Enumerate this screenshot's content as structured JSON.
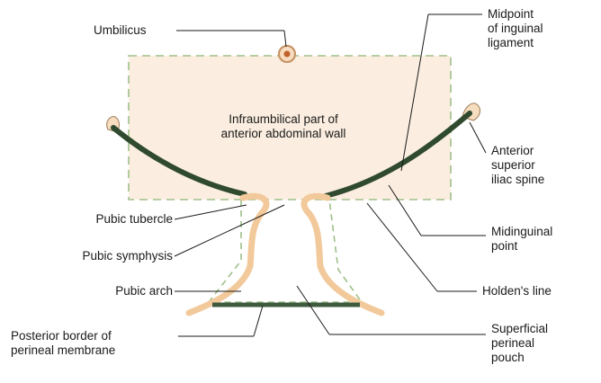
{
  "labels": {
    "umbilicus": "Umbilicus",
    "midpoint_inguinal_ligament": [
      "Midpoint",
      "of inguinal",
      "ligament"
    ],
    "infraumbilical_part": [
      "Infraumbilical part of",
      "anterior abdominal wall"
    ],
    "anterior_superior_iliac_spine": [
      "Anterior",
      "superior",
      "iliac spine"
    ],
    "pubic_tubercle": "Pubic tubercle",
    "pubic_symphysis": "Pubic symphysis",
    "pubic_arch": "Pubic arch",
    "posterior_border_perineal_membrane": [
      "Posterior border of",
      "perineal membrane"
    ],
    "midinguinal_point": [
      "Midinguinal",
      "point"
    ],
    "holdens_line": "Holden's line",
    "superficial_perineal_pouch": [
      "Superficial",
      "perineal",
      "pouch"
    ]
  },
  "colors": {
    "wall_fill": "#fbeee0",
    "dashed_outline": "#9fbf8a",
    "inguinal_ligament": "#2f4a2f",
    "bone": "#f2c99b",
    "perineal_membrane_bar": "#3e5a3e",
    "leader_line": "#1a1a1a"
  }
}
